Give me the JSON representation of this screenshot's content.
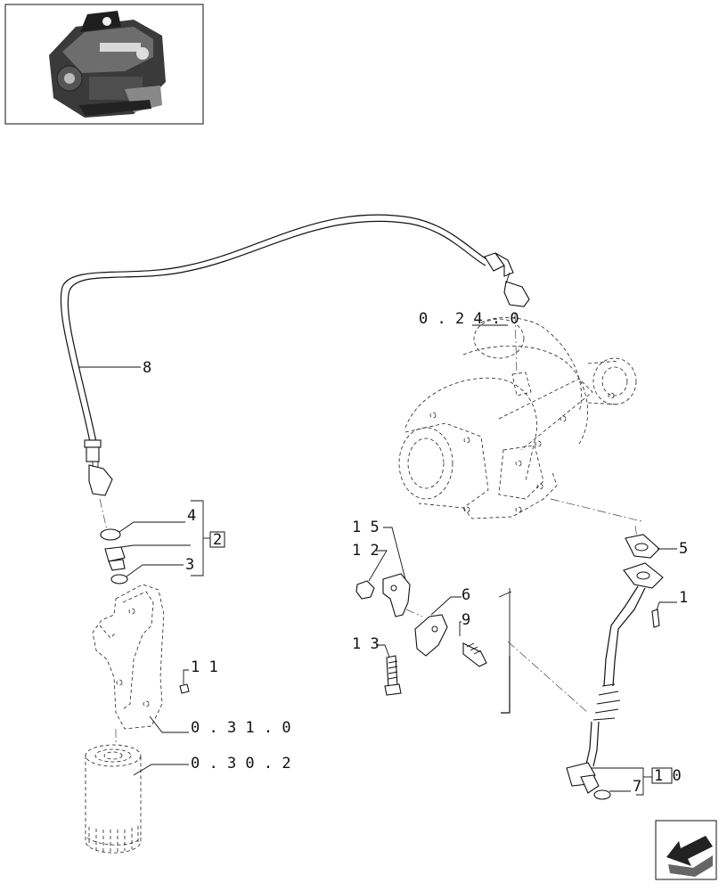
{
  "callouts": {
    "c1": "1",
    "c2": "2",
    "c3": "3",
    "c4": "4",
    "c5": "5",
    "c6": "6",
    "c7": "7",
    "c8": "8",
    "c9": "9",
    "c10": "1 0",
    "c11": "1 1",
    "c12": "1 2",
    "c13": "1 3",
    "c15": "1 5"
  },
  "references": {
    "turbo": "0 . 2 4 . 0",
    "oil_filter_support": "0 . 3 1 . 0",
    "oil_filter": "0 . 3 0 . 2"
  },
  "icons": {
    "thumbnail": "engine-thumbnail-icon",
    "navigation": "next-page-arrow-icon"
  }
}
